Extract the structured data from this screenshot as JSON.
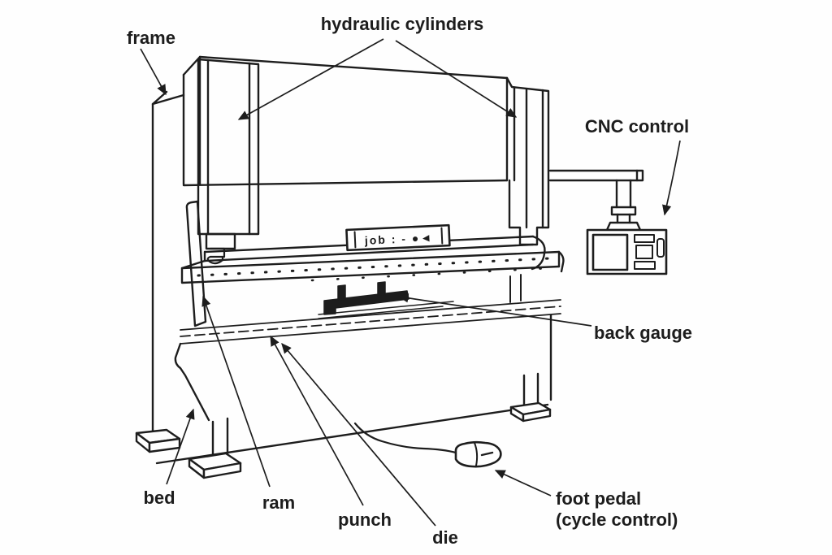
{
  "figure": {
    "background": "#fefefe",
    "line_color": "#1d1d1d",
    "labels": {
      "frame": "frame",
      "hydraulic_cylinders": "hydraulic cylinders",
      "cnc_control": "CNC control",
      "back_gauge": "back gauge",
      "bed": "bed",
      "ram": "ram",
      "punch": "punch",
      "die": "die",
      "foot_pedal": "foot pedal",
      "foot_pedal_sub": "(cycle control)"
    },
    "ram_display": {
      "text": "job : - ●◄"
    }
  }
}
